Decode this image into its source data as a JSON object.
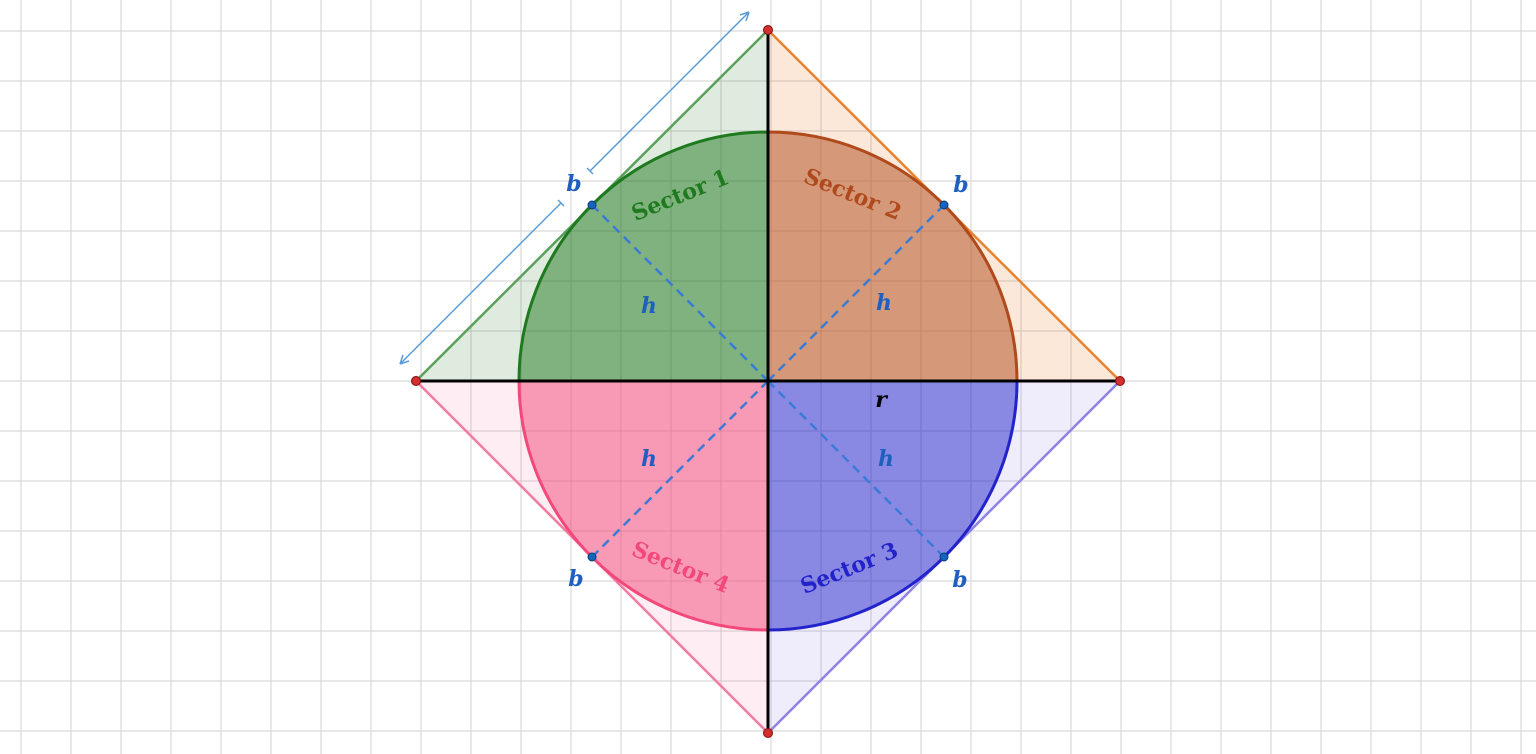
{
  "colors": {
    "grid": "#d0d0d0",
    "axis": "#000000",
    "vertex": "#d32f2f",
    "tangent_point": "#1565c0",
    "dashed": "#3a7bd5",
    "label_blue": "#1f5fbf",
    "dimension": "#5b9bd5",
    "sector1": "#1f7a1f",
    "sector2": "#b0491c",
    "sector3": "#2323cc",
    "sector4": "#f2487a"
  },
  "sectors": [
    {
      "label": "Sector 1",
      "color": "#1f7a1f"
    },
    {
      "label": "Sector 2",
      "color": "#b0491c"
    },
    {
      "label": "Sector 3",
      "color": "#2323cc"
    },
    {
      "label": "Sector 4",
      "color": "#f2487a"
    }
  ],
  "labels": {
    "b": "b",
    "h": "h",
    "r": "r"
  }
}
